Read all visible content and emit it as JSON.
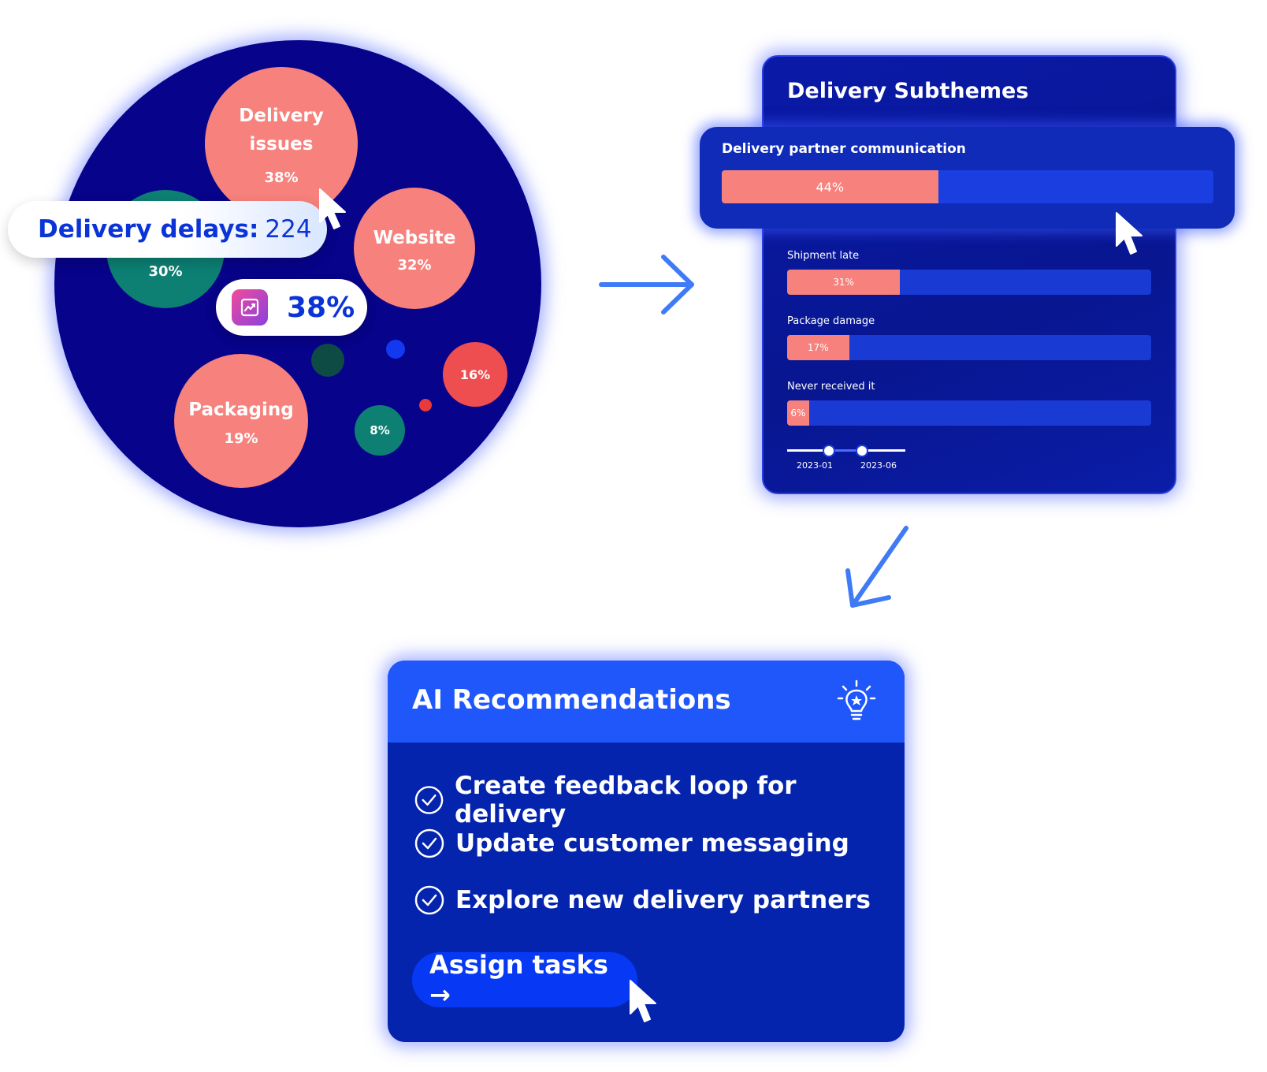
{
  "bubbles": {
    "delivery_issues": {
      "label_line1": "Delivery",
      "label_line2": "issues",
      "percent": "38%"
    },
    "teal_large": {
      "percent": "30%"
    },
    "website": {
      "label": "Website",
      "percent": "32%"
    },
    "packaging": {
      "label": "Packaging",
      "percent": "19%"
    },
    "red_small": {
      "percent": "16%"
    },
    "teal_small": {
      "percent": "8%"
    }
  },
  "tooltip": {
    "key": "Delivery delays:",
    "value": "224"
  },
  "pill": {
    "value": "38%"
  },
  "subthemes": {
    "title": "Delivery Subthemes",
    "highlight": {
      "label": "Delivery partner communication",
      "percent_text": "44%",
      "fraction": 0.44
    },
    "rows": [
      {
        "label": "Shipment late",
        "percent_text": "31%",
        "fraction": 0.31
      },
      {
        "label": "Package damage",
        "percent_text": "17%",
        "fraction": 0.17
      },
      {
        "label": "Never received it",
        "percent_text": "6%",
        "fraction": 0.06
      }
    ],
    "date_range": {
      "start": "2023-01",
      "end": "2023-06"
    }
  },
  "recommendations": {
    "title": "AI Recommendations",
    "items": [
      "Create feedback loop for delivery",
      "Update customer messaging",
      "Explore new delivery partners"
    ],
    "button_label": "Assign tasks →"
  },
  "colors": {
    "navy": "#07038a",
    "salmon": "#f7817c",
    "teal": "#0d7f73",
    "accent_blue": "#1f57fb",
    "text_blue": "#0b34d8"
  },
  "icons": [
    "cursor-icon",
    "trend-chart-icon",
    "arrow-right-icon",
    "arrow-down-left-icon",
    "lightbulb-star-icon",
    "check-circle-icon"
  ]
}
